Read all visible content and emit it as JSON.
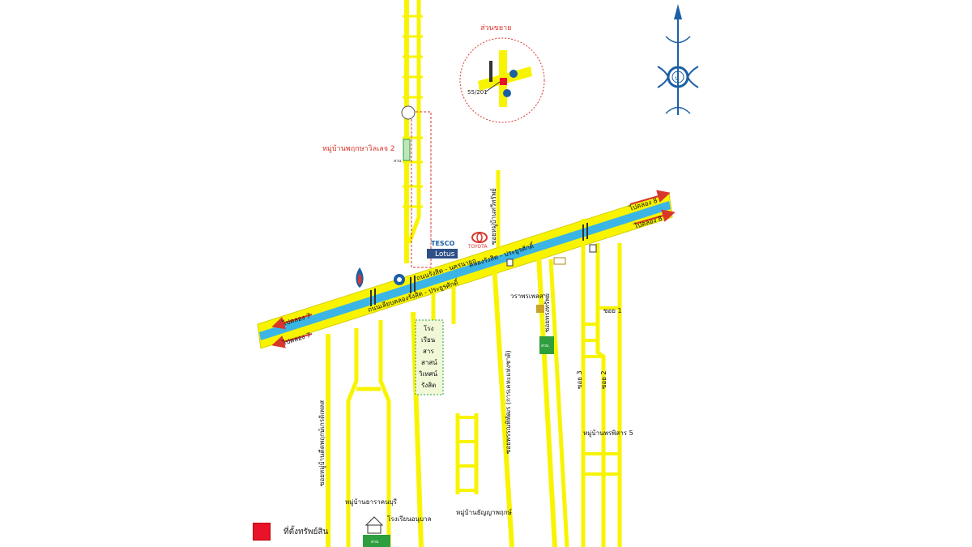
{
  "map": {
    "labels": {
      "inset_title": "ส่วนขยาย",
      "inset_address": "55/201",
      "north_letter": "น",
      "village_top": "หมู่บ้านพฤกษาวิลเลจ 2",
      "village_top_small": "สวน",
      "to_klong8_upper": "ไปคลอง 8",
      "to_klong8_lower": "ไปคลอง 8",
      "to_klong7_upper": "ไปคลอง 7",
      "to_klong7_lower": "ไปคลอง 7",
      "road_north": "ถนนรังสิต - นครนายก",
      "canal": "คลองรังสิต - ประยูรศักดิ์",
      "road_south": "ถนนเลียบคลองรังสิต - ประยูรศักดิ์",
      "tesco_top": "TESCO",
      "tesco_bottom": "Lotus",
      "toyota": "TOYOTA",
      "soi_tawee": "ซอยหมู่บ้านทวีทรัพย์",
      "worapornplace": "วราพรเพลส",
      "soi_pak": "ซอยทรงทรัพย์",
      "soi_ketsiri": "ซอยหมู่บ้านตีดพฤกษ์เกรดิเพลส",
      "soi_pinitkorn": "ซอยพรรณพิพัฒร (การเคหะแห่งชาติ)",
      "soi1": "ซอย 1",
      "soi2": "ซอย 2",
      "soi3": "ซอย 3",
      "village_ps5": "หมู่บ้านพรพิสาร 5",
      "village_tarapuri": "หมู่บ้านธาราคนบุรี",
      "village_thanya": "หมู่บ้านธัญญาพฤกษ์",
      "school_kinder": "โรงเรียนอนุบาล",
      "park_mid": "สวน",
      "park_bottom": "สวน",
      "school_lines": [
        "โรง",
        "เรียน",
        "สาร",
        "สาสน์",
        "วิเทศน์",
        "รังสิต"
      ]
    },
    "colors": {
      "road": "#f8f400",
      "road_edge": "#d6cf00",
      "canal": "#3bb5e6",
      "arrow": "#d9362c",
      "red_text": "#d9362c",
      "park": "#2e9e3e",
      "property": "#e8122a",
      "compass": "#1b5fa5"
    },
    "icons": [
      "compass-rose-icon",
      "ptt-station-icon",
      "esso-station-icon",
      "gas-station-icon",
      "tesco-lotus-logo-icon",
      "toyota-logo-icon",
      "shrine-icon",
      "property-marker-icon"
    ]
  },
  "legend": {
    "text": "ที่ตั้งทรัพย์สิน"
  }
}
